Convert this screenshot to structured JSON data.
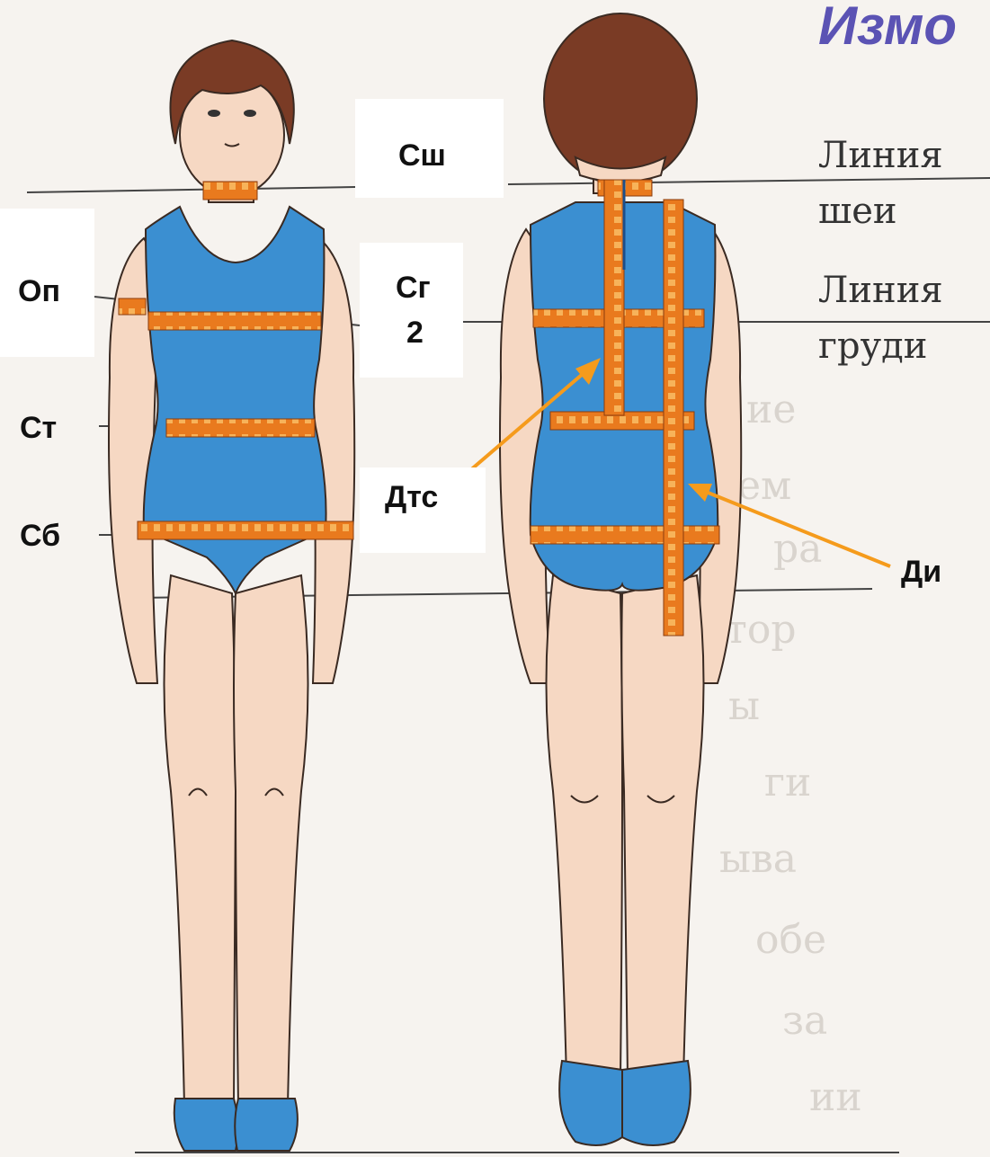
{
  "header": {
    "title": "Измо"
  },
  "book_text": {
    "neck_line_1": "Линия",
    "neck_line_2": "шеи",
    "chest_line_1": "Линия",
    "chest_line_2": "груди"
  },
  "labels": {
    "neck": "Сш",
    "shoulder": "Оп",
    "chest": "Сг",
    "chest_sub": "2",
    "waist": "Ст",
    "hips": "Сб",
    "back_waist": "Дтс",
    "product_length": "Ди"
  },
  "colors": {
    "tape": "#e97a1e",
    "swimsuit": "#3b8fd1",
    "skin": "#f6d8c3",
    "hair": "#7a3b25",
    "arrow": "#f59b1c",
    "title": "#5b53b4"
  }
}
